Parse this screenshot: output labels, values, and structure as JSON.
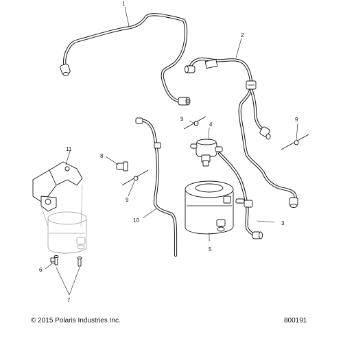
{
  "callouts": {
    "c1": "1",
    "c2": "2",
    "c3": "3",
    "c4": "4",
    "c5": "5",
    "c6": "6",
    "c7": "7",
    "c8": "8",
    "c9a": "9",
    "c9b": "9",
    "c9c": "9",
    "c10": "10",
    "c11": "11"
  },
  "footer": {
    "copyright": "© 2015 Polaris Industries Inc.",
    "diagram_number": "800191"
  },
  "colors": {
    "line": "#111111",
    "ghost": "#999999",
    "background": "#ffffff"
  }
}
